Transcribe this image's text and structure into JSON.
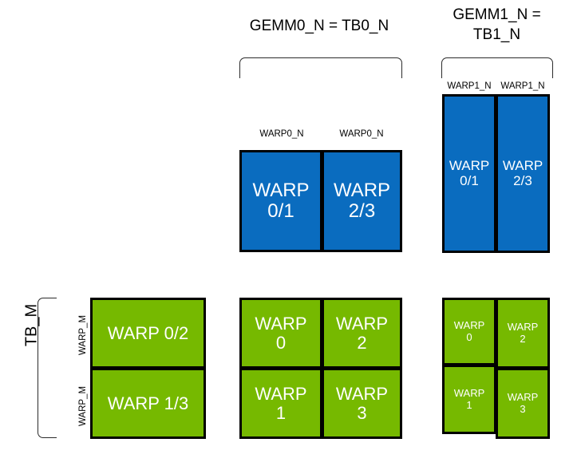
{
  "diagram": {
    "colors": {
      "blue": "#0a6cbf",
      "green": "#76b900",
      "outline": "#000000",
      "text_on_fill": "#ffffff",
      "label_text": "#000000",
      "background": "#ffffff"
    },
    "headings": {
      "gemm0": "GEMM0_N = TB0_N",
      "gemm1": "GEMM1_N =\nTB1_N"
    },
    "brackets": {
      "tb_m_label": "TB_M",
      "gemm0_span_label": "GEMM0_N = TB0_N",
      "gemm1_span_label": "GEMM1_N = TB1_N"
    },
    "groups": [
      {
        "id": "gemm0-blue",
        "fill": "blue",
        "column_captions": [
          "WARP0_N",
          "WARP0_N"
        ],
        "cells": [
          {
            "label": "WARP\n0/1"
          },
          {
            "label": "WARP\n2/3"
          }
        ]
      },
      {
        "id": "gemm1-blue",
        "fill": "blue",
        "column_captions": [
          "WARP1_N",
          "WARP1_N"
        ],
        "cells": [
          {
            "label": "WARP\n0/1"
          },
          {
            "label": "WARP\n2/3"
          }
        ]
      },
      {
        "id": "tbm-green",
        "fill": "green",
        "row_captions": [
          "WARP_M",
          "WARP_M"
        ],
        "cells": [
          {
            "label": "WARP 0/2"
          },
          {
            "label": "WARP 1/3"
          }
        ]
      },
      {
        "id": "gemm0-green",
        "fill": "green",
        "cells": [
          {
            "label": "WARP\n0"
          },
          {
            "label": "WARP\n2"
          },
          {
            "label": "WARP\n1"
          },
          {
            "label": "WARP\n3"
          }
        ]
      },
      {
        "id": "gemm1-green",
        "fill": "green",
        "cells": [
          {
            "label": "WARP\n0"
          },
          {
            "label": "WARP\n2"
          },
          {
            "label": "WARP\n1"
          },
          {
            "label": "WARP\n3"
          }
        ]
      }
    ]
  }
}
